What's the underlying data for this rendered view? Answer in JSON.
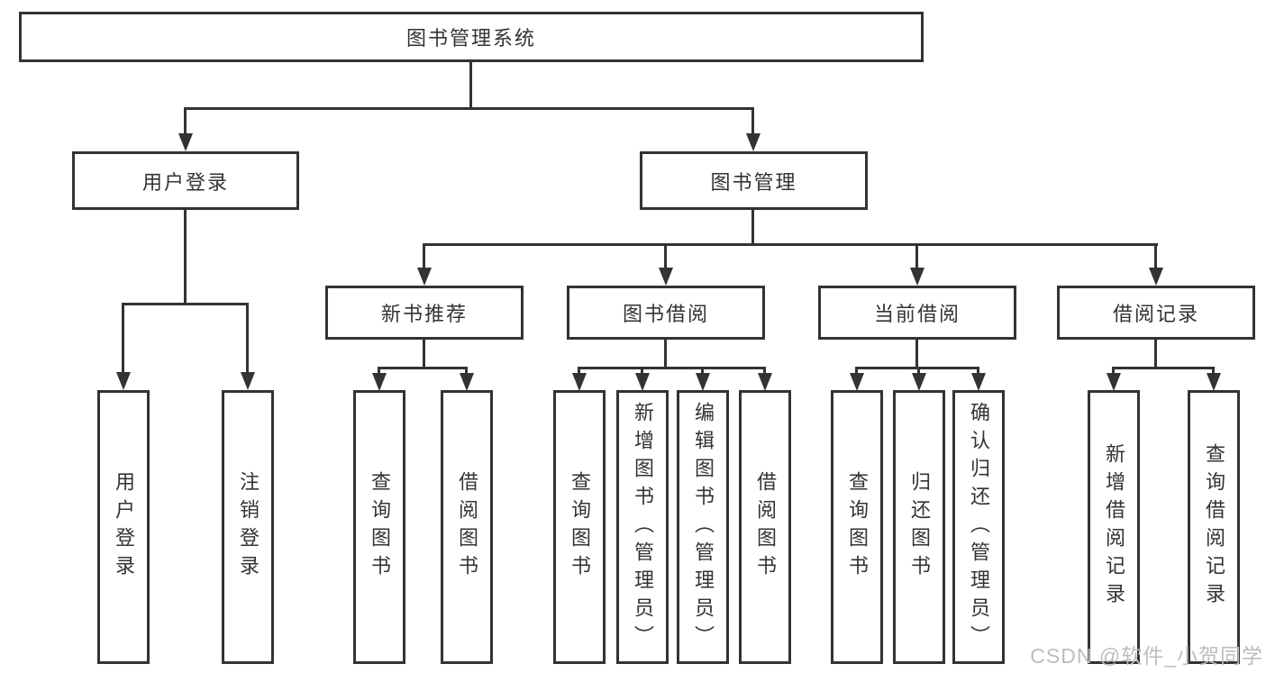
{
  "colors": {
    "line": "#333333",
    "text": "#333333",
    "watermark": "#bdbdbd",
    "background": "#ffffff"
  },
  "diagram": {
    "root": {
      "label": "图书管理系统"
    },
    "branches": [
      {
        "label": "用户登录",
        "children": [
          "用户登录",
          "注销登录"
        ]
      },
      {
        "label": "图书管理",
        "groups": [
          {
            "label": "新书推荐",
            "children": [
              "查询图书",
              "借阅图书"
            ]
          },
          {
            "label": "图书借阅",
            "children": [
              "查询图书",
              "新增图书（管理员）",
              "编辑图书（管理员）",
              "借阅图书"
            ]
          },
          {
            "label": "当前借阅",
            "children": [
              "查询图书",
              "归还图书",
              "确认归还（管理员）"
            ]
          },
          {
            "label": "借阅记录",
            "children": [
              "新增借阅记录",
              "查询借阅记录"
            ]
          }
        ]
      }
    ],
    "watermark": "CSDN @软件_小贺同学"
  }
}
